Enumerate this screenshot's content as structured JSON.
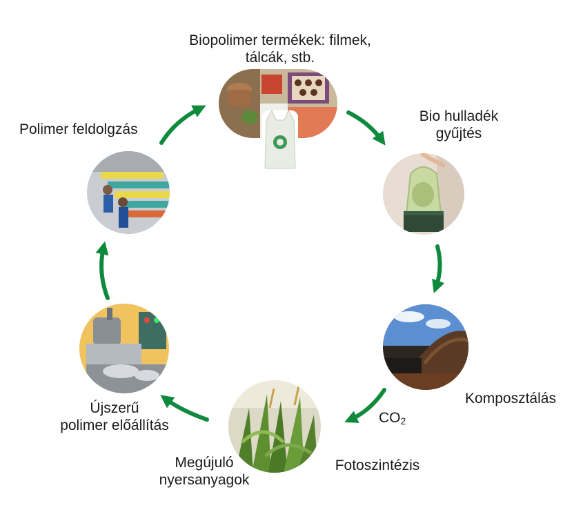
{
  "labels": {
    "products_line1": "Biopolimer termékek: filmek,",
    "products_line2": "tálcák, stb.",
    "waste_line1": "Bio hulladék",
    "waste_line2": "gyűjtés",
    "compost": "Komposztálás",
    "co2_main": "CO",
    "co2_sub": "2",
    "photosynthesis": "Fotoszintézis",
    "renewable_line1": "Megújuló",
    "renewable_line2": "nyersanyagok",
    "novel_line1": "Újszerű",
    "novel_line2": "polimer előállítás",
    "processing": "Polimer feldolgzás"
  },
  "colors": {
    "arrow": "#0f8a3c",
    "text": "#1a1a1a"
  },
  "icons": {
    "products": "biopolymer-products-photo",
    "waste": "bio-waste-bag-photo",
    "compost": "compost-heap-photo",
    "renewable": "corn-field-photo",
    "novel": "polymer-machine-photo",
    "processing": "factory-line-photo"
  }
}
